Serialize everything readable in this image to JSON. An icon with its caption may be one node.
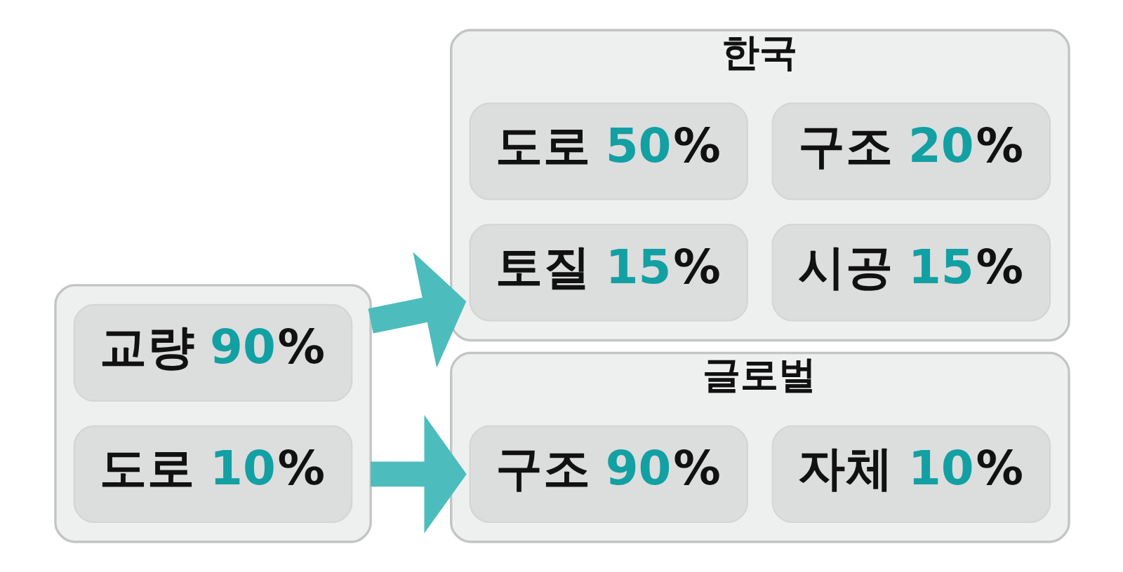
{
  "diagram": {
    "nodes": [
      {
        "text": [],
        "shape": "box"
      },
      {
        "text": [
          "교량 90%"
        ],
        "in": 0
      },
      {
        "text": [
          "도로 10%"
        ],
        "in": 0
      },
      {
        "text": [
          "한국"
        ]
      },
      {
        "text": [
          "도로 50%"
        ],
        "in": 3
      },
      {
        "text": [
          "구조 20%"
        ],
        "in": 3
      },
      {
        "text": [
          "토질 15%"
        ],
        "in": 3
      },
      {
        "text": [
          "시공 15%"
        ],
        "in": 3
      },
      {
        "text": [
          "글로벌"
        ]
      },
      {
        "text": [
          "구조 90%"
        ],
        "in": 8
      },
      {
        "text": [
          "자체 10%"
        ],
        "in": 8
      }
    ],
    "edges": [
      {
        "from": 0,
        "to": 3,
        "arrow": "to"
      },
      {
        "from": 0,
        "to": 8,
        "arrow": "to"
      }
    ]
  }
}
